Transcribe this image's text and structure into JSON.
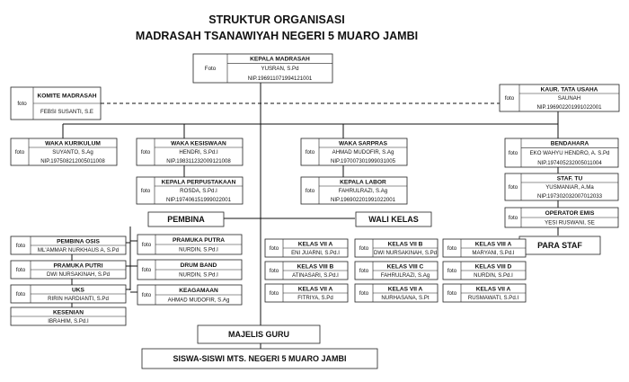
{
  "header": {
    "line1": "STRUKTUR ORGANISASI",
    "line2": "MADRASAH TSANAWIYAH NEGERI 5 MUARO JAMBI"
  },
  "foto_label": "Foto",
  "foto_label_small": "foto",
  "kepala": {
    "title": "KEPALA MADRASAH",
    "lines": [
      "YUSRAN, S.Pd",
      "NIP.196911071994121001"
    ]
  },
  "komite": {
    "title": "KOMITE MADRASAH",
    "lines": [
      "FEBSI SUSANTI, S.E"
    ]
  },
  "kaur": {
    "title": "KAUR. TATA USAHA",
    "lines": [
      "SAUNAH",
      "NIP.196902201991022001"
    ]
  },
  "waka_kurikulum": {
    "title": "WAKA KURIKULUM",
    "lines": [
      "SUYANTO, S.Ag",
      "NIP.197508212005011008"
    ]
  },
  "waka_kesiswaan": {
    "title": "WAKA KESISWAAN",
    "lines": [
      "HENDRI, S.Pd.I",
      "NIP.198311232009121008"
    ]
  },
  "waka_sarpras": {
    "title": "WAKA SARPRAS",
    "lines": [
      "AHMAD MUDOFIR, S.Ag",
      "NIP.197007301999031005"
    ]
  },
  "perpustakaan": {
    "title": "KEPALA PERPUSTAKAAN",
    "lines": [
      "ROSDA, S.Pd.I",
      "NIP.197406151999022001"
    ]
  },
  "labor": {
    "title": "KEPALA LABOR",
    "lines": [
      "FAHRULRAZI, S.Ag",
      "NIP.196902201991022001"
    ]
  },
  "bendahara": {
    "title": "BENDAHARA",
    "lines": [
      "EKO WAHYU HENDRO, A. S.Pd",
      "NIP.197405232005011004"
    ]
  },
  "staf_tu": {
    "title": "STAF. TU",
    "lines": [
      "YUSMANIAR, A.Ma",
      "NIP.197302032007012033"
    ]
  },
  "operator": {
    "title": "OPERATOR EMIS",
    "lines": [
      "YESI RUSWANI, SE"
    ]
  },
  "para_staf": "PARA STAF",
  "pembina": "PEMBINA",
  "wali_kelas": "WALI KELAS",
  "pembina_left": [
    {
      "title": "PEMBINA OSIS",
      "lines": [
        "ML'AMMAR NURKHAUS A, S.Pd"
      ],
      "foto": true
    },
    {
      "title": "PRAMUKA PUTRI",
      "lines": [
        "DWI NURSAKINAH, S.Pd"
      ],
      "foto": true
    },
    {
      "title": "UKS",
      "lines": [
        "RIRIN HARDIANTI, S.Pd"
      ],
      "foto": true
    },
    {
      "title": "KESENIAN",
      "lines": [
        "IBRAHIM, S.Pd.I"
      ],
      "foto": false
    }
  ],
  "pembina_right": [
    {
      "title": "PRAMUKA PUTRA",
      "lines": [
        "NURDIN, S.Pd.I"
      ]
    },
    {
      "title": "DRUM BAND",
      "lines": [
        "NURDIN, S.Pd.I"
      ]
    },
    {
      "title": "KEAGAMAAN",
      "lines": [
        "AHMAD MUDOFIR, S.Ag"
      ]
    }
  ],
  "wali_col1": [
    {
      "title": "KELAS VII A",
      "lines": [
        "ENI JUARNI, S.Pd.I"
      ]
    },
    {
      "title": "KELAS VIII B",
      "lines": [
        "ATINASARI, S.Pd.I"
      ]
    },
    {
      "title": "KELAS VII A",
      "lines": [
        "FITRIYA, S.Pd"
      ]
    }
  ],
  "wali_col2": [
    {
      "title": "KELAS VII B",
      "lines": [
        "DWI NURSAKINAH, S.Pd"
      ]
    },
    {
      "title": "KELAS VIII C",
      "lines": [
        "FAHRULRAZI, S.Ag"
      ]
    },
    {
      "title": "KELAS VII A",
      "lines": [
        "NURHASANA, S.Pt"
      ]
    }
  ],
  "wali_col3": [
    {
      "title": "KELAS VIII A",
      "lines": [
        "MARYANI, S.Pd.I"
      ]
    },
    {
      "title": "KELAS VIII D",
      "lines": [
        "NURDIN, S.Pd.I"
      ]
    },
    {
      "title": "KELAS VII A",
      "lines": [
        "RUSMAWATI, S.Pd.I"
      ]
    }
  ],
  "majelis": "MAJELIS GURU",
  "siswa": "SISWA-SISWI MTS. NEGERI 5 MUARO JAMBI"
}
